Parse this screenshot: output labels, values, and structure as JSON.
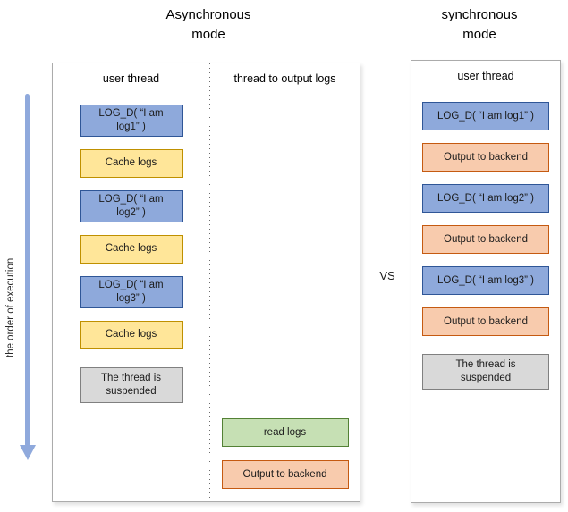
{
  "titles": {
    "async": "Asynchronous mode",
    "sync": "synchronous mode",
    "vs": "VS"
  },
  "arrow": {
    "label": "the order of execution"
  },
  "left_panel": {
    "col1_header": "user thread",
    "col2_header": "thread to output logs",
    "col1_boxes": [
      {
        "label": "LOG_D( “I am log1” )",
        "type": "blue"
      },
      {
        "label": "Cache logs",
        "type": "yellow"
      },
      {
        "label": "LOG_D( “I am log2” )",
        "type": "blue"
      },
      {
        "label": "Cache logs",
        "type": "yellow"
      },
      {
        "label": "LOG_D( “I am log3” )",
        "type": "blue"
      },
      {
        "label": "Cache logs",
        "type": "yellow"
      },
      {
        "label": "The thread is suspended",
        "type": "gray"
      }
    ],
    "col2_boxes": [
      {
        "label": "read logs",
        "type": "green"
      },
      {
        "label": "Output to backend",
        "type": "orange"
      }
    ]
  },
  "right_panel": {
    "header": "user thread",
    "boxes": [
      {
        "label": "LOG_D( “I am log1” )",
        "type": "blue"
      },
      {
        "label": "Output to backend",
        "type": "orange"
      },
      {
        "label": "LOG_D( “I am log2” )",
        "type": "blue"
      },
      {
        "label": "Output to backend",
        "type": "orange"
      },
      {
        "label": "LOG_D( “I am log3” )",
        "type": "blue"
      },
      {
        "label": "Output to backend",
        "type": "orange"
      },
      {
        "label": "The thread is suspended",
        "type": "gray"
      }
    ]
  },
  "colors": {
    "blue_fill": "#8EA9DB",
    "blue_border": "#2F5697",
    "yellow_fill": "#FFE699",
    "yellow_border": "#BF9000",
    "orange_fill": "#F8CBAD",
    "orange_border": "#C55A11",
    "green_fill": "#C6E0B4",
    "green_border": "#538135",
    "gray_fill": "#D9D9D9",
    "gray_border": "#808080",
    "arrow": "#8FA9DC",
    "panel_border": "#ABABAB"
  }
}
